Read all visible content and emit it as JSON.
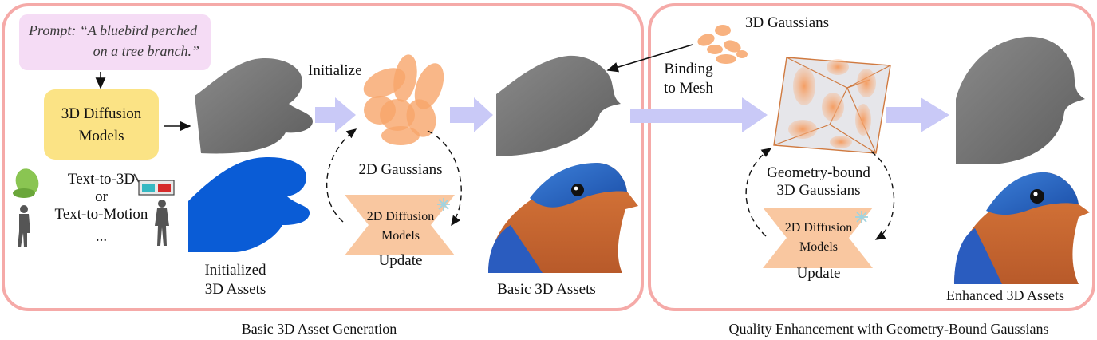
{
  "prompt": {
    "line1": "Prompt: “A bluebird perched",
    "line2": "on a tree branch.”"
  },
  "diffusion_3d": {
    "line1": "3D Diffusion",
    "line2": "Models"
  },
  "modes": {
    "line1": "Text-to-3D",
    "line2": "or",
    "line3": "Text-to-Motion",
    "line4": "..."
  },
  "stage1": {
    "initialize": "Initialize",
    "gaussians_2d": "2D Gaussians",
    "diffusion_2d": {
      "line1": "2D Diffusion",
      "line2": "Models"
    },
    "update": "Update",
    "initialized_assets": {
      "line1": "Initialized",
      "line2": "3D Assets"
    },
    "basic_assets": "Basic 3D Assets",
    "caption": "Basic 3D Asset Generation"
  },
  "stage2": {
    "gaussians_3d": "3D Gaussians",
    "binding": {
      "line1": "Binding",
      "line2": "to Mesh"
    },
    "geometry_bound": {
      "line1": "Geometry-bound",
      "line2": "3D Gaussians"
    },
    "diffusion_2d": {
      "line1": "2D Diffusion",
      "line2": "Models"
    },
    "update": "Update",
    "enhanced_assets": "Enhanced 3D Assets",
    "caption": "Quality Enhancement with Geometry-Bound Gaussians"
  },
  "colors": {
    "panel_border": "#f5aaa8",
    "prompt_bg": "#f5dcf5",
    "diffusion3d_bg": "#fbe385",
    "diffusion2d_bg": "#f9c7a0",
    "gaussian": "#f7a56a",
    "flow_arrow": "#c9c9f7",
    "mesh_gray": "#7a7a7a",
    "blue_shape": "#0a5cd6",
    "snowflake": "#9fd3e0"
  },
  "icons": [
    "snowflake-icon",
    "chair-icon",
    "3d-glasses-icon",
    "human-figure-icon",
    "bluebird-photo"
  ]
}
